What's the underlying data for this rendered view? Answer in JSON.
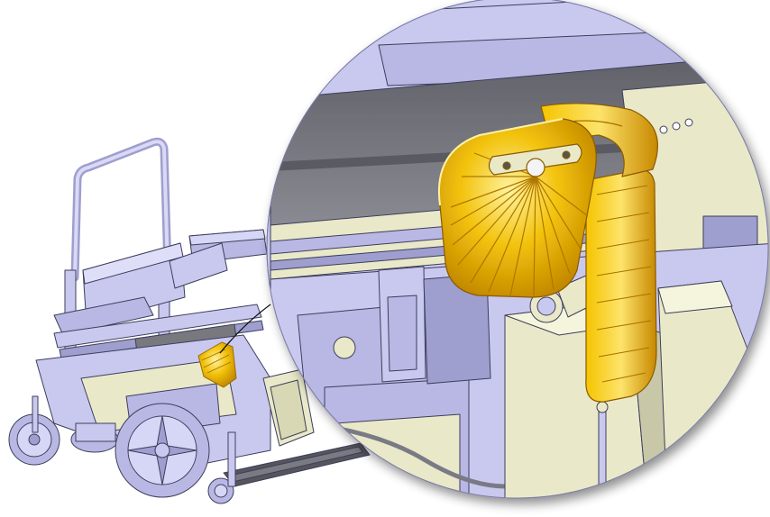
{
  "colors": {
    "background": "#ffffff",
    "frame": "#c9c9f0",
    "frame_shade": "#9e9ecf",
    "frame_dark": "#5d5d8c",
    "panel": "#e9e9c9",
    "tire": "#b9b8e4",
    "highlight": "#f2c20a",
    "highlight_dark": "#b87c00",
    "deck": "#78787f",
    "outline": "#3e3e5c"
  },
  "icons": [
    "power-wheelchair-illustration",
    "magnified-bracket-detail",
    "leader-line"
  ]
}
